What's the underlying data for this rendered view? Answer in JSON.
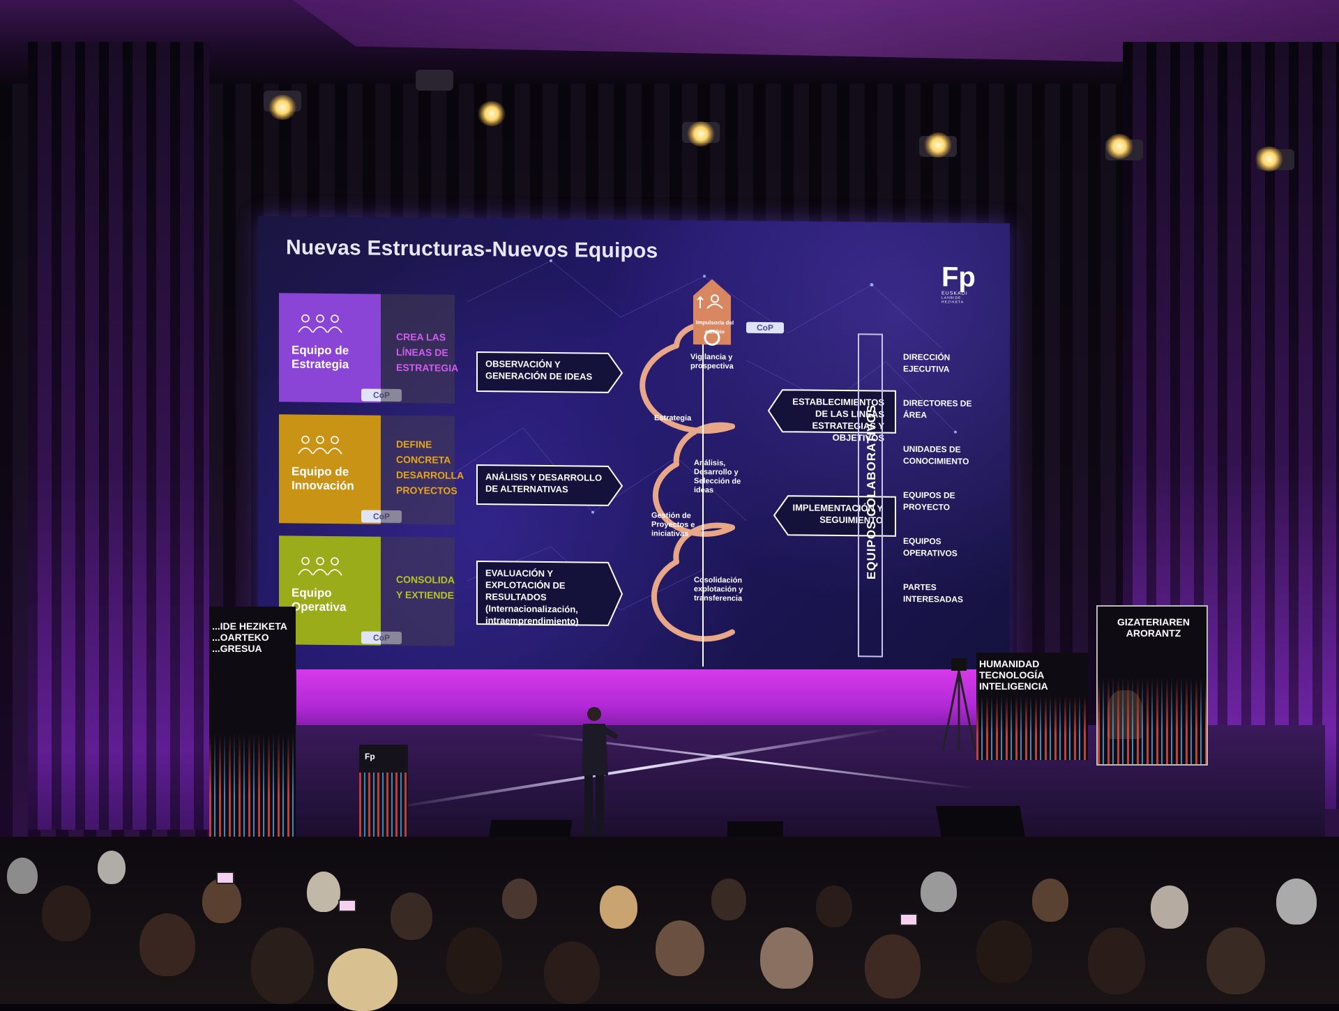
{
  "slide": {
    "title": "Nuevas Estructuras-Nuevos Equipos",
    "logo": {
      "mark": "Fp",
      "sub1": "EUSKADI",
      "sub2": "LANBIDE HEZIKETA"
    },
    "teams": [
      {
        "name": "Equipo de Estrategia",
        "actions": "CREA LAS LÍNEAS DE ESTRATEGIA",
        "tag": "CoP",
        "color": "#8b45d6",
        "text_color": "#d35cf0"
      },
      {
        "name": "Equipo de Innovación",
        "actions": "DEFINE CONCRETA DESARROLLA PROYECTOS",
        "tag": "CoP",
        "color": "#c99416",
        "text_color": "#e6a51e"
      },
      {
        "name": "Equipo Operativa",
        "actions": "CONSOLIDA Y EXTIENDE",
        "tag": "CoP",
        "color": "#9aac1a",
        "text_color": "#b7c426"
      }
    ],
    "left_arrows": [
      "OBSERVACIÓN Y GENERACIÓN DE IDEAS",
      "ANÁLISIS Y DESARROLLO DE ALTERNATIVAS",
      "EVALUACIÓN Y EXPLOTACIÓN DE RESULTADOS (Internacionalización, intraemprendimiento)"
    ],
    "right_arrows": [
      "ESTABLECIMIENTOS DE LAS LINEAS ESTRATEGIAS Y OBJETIVOS",
      "IMPLEMENTACIÓN Y SEGUIMIENTO"
    ],
    "impulsor": {
      "label": "Impulsor/a del cambio",
      "tag": "CoP"
    },
    "spiral_labels": [
      "Vigilancia y prospectiva",
      "Estrategia",
      "Análisis, Desarrollo y Selección de ideas",
      "Gestión de Proyectos e iniciativas",
      "Cosolidación explotación y transferencia"
    ],
    "vertical_label": "EQUIPOS COLABORATIVOS",
    "right_list": [
      "DIRECCIÓN EJECUTIVA",
      "DIRECTORES DE ÁREA",
      "UNIDADES DE CONOCIMIENTO",
      "EQUIPOS DE PROYECTO",
      "EQUIPOS OPERATIVOS",
      "PARTES INTERESADAS"
    ]
  },
  "banners": {
    "left": "...IDE HEZIKETA ...OARTEKO ...GRESUA",
    "center_right": "HUMANIDAD TECNOLOGÍA INTELIGENCIA",
    "right": "GIZATERIAREN ARORANTZ"
  },
  "colors": {
    "screen_bg": "#1c1650",
    "stage_glow": "#c235e0",
    "curtain": "#2b0f44",
    "spiral": "#e8a888"
  }
}
